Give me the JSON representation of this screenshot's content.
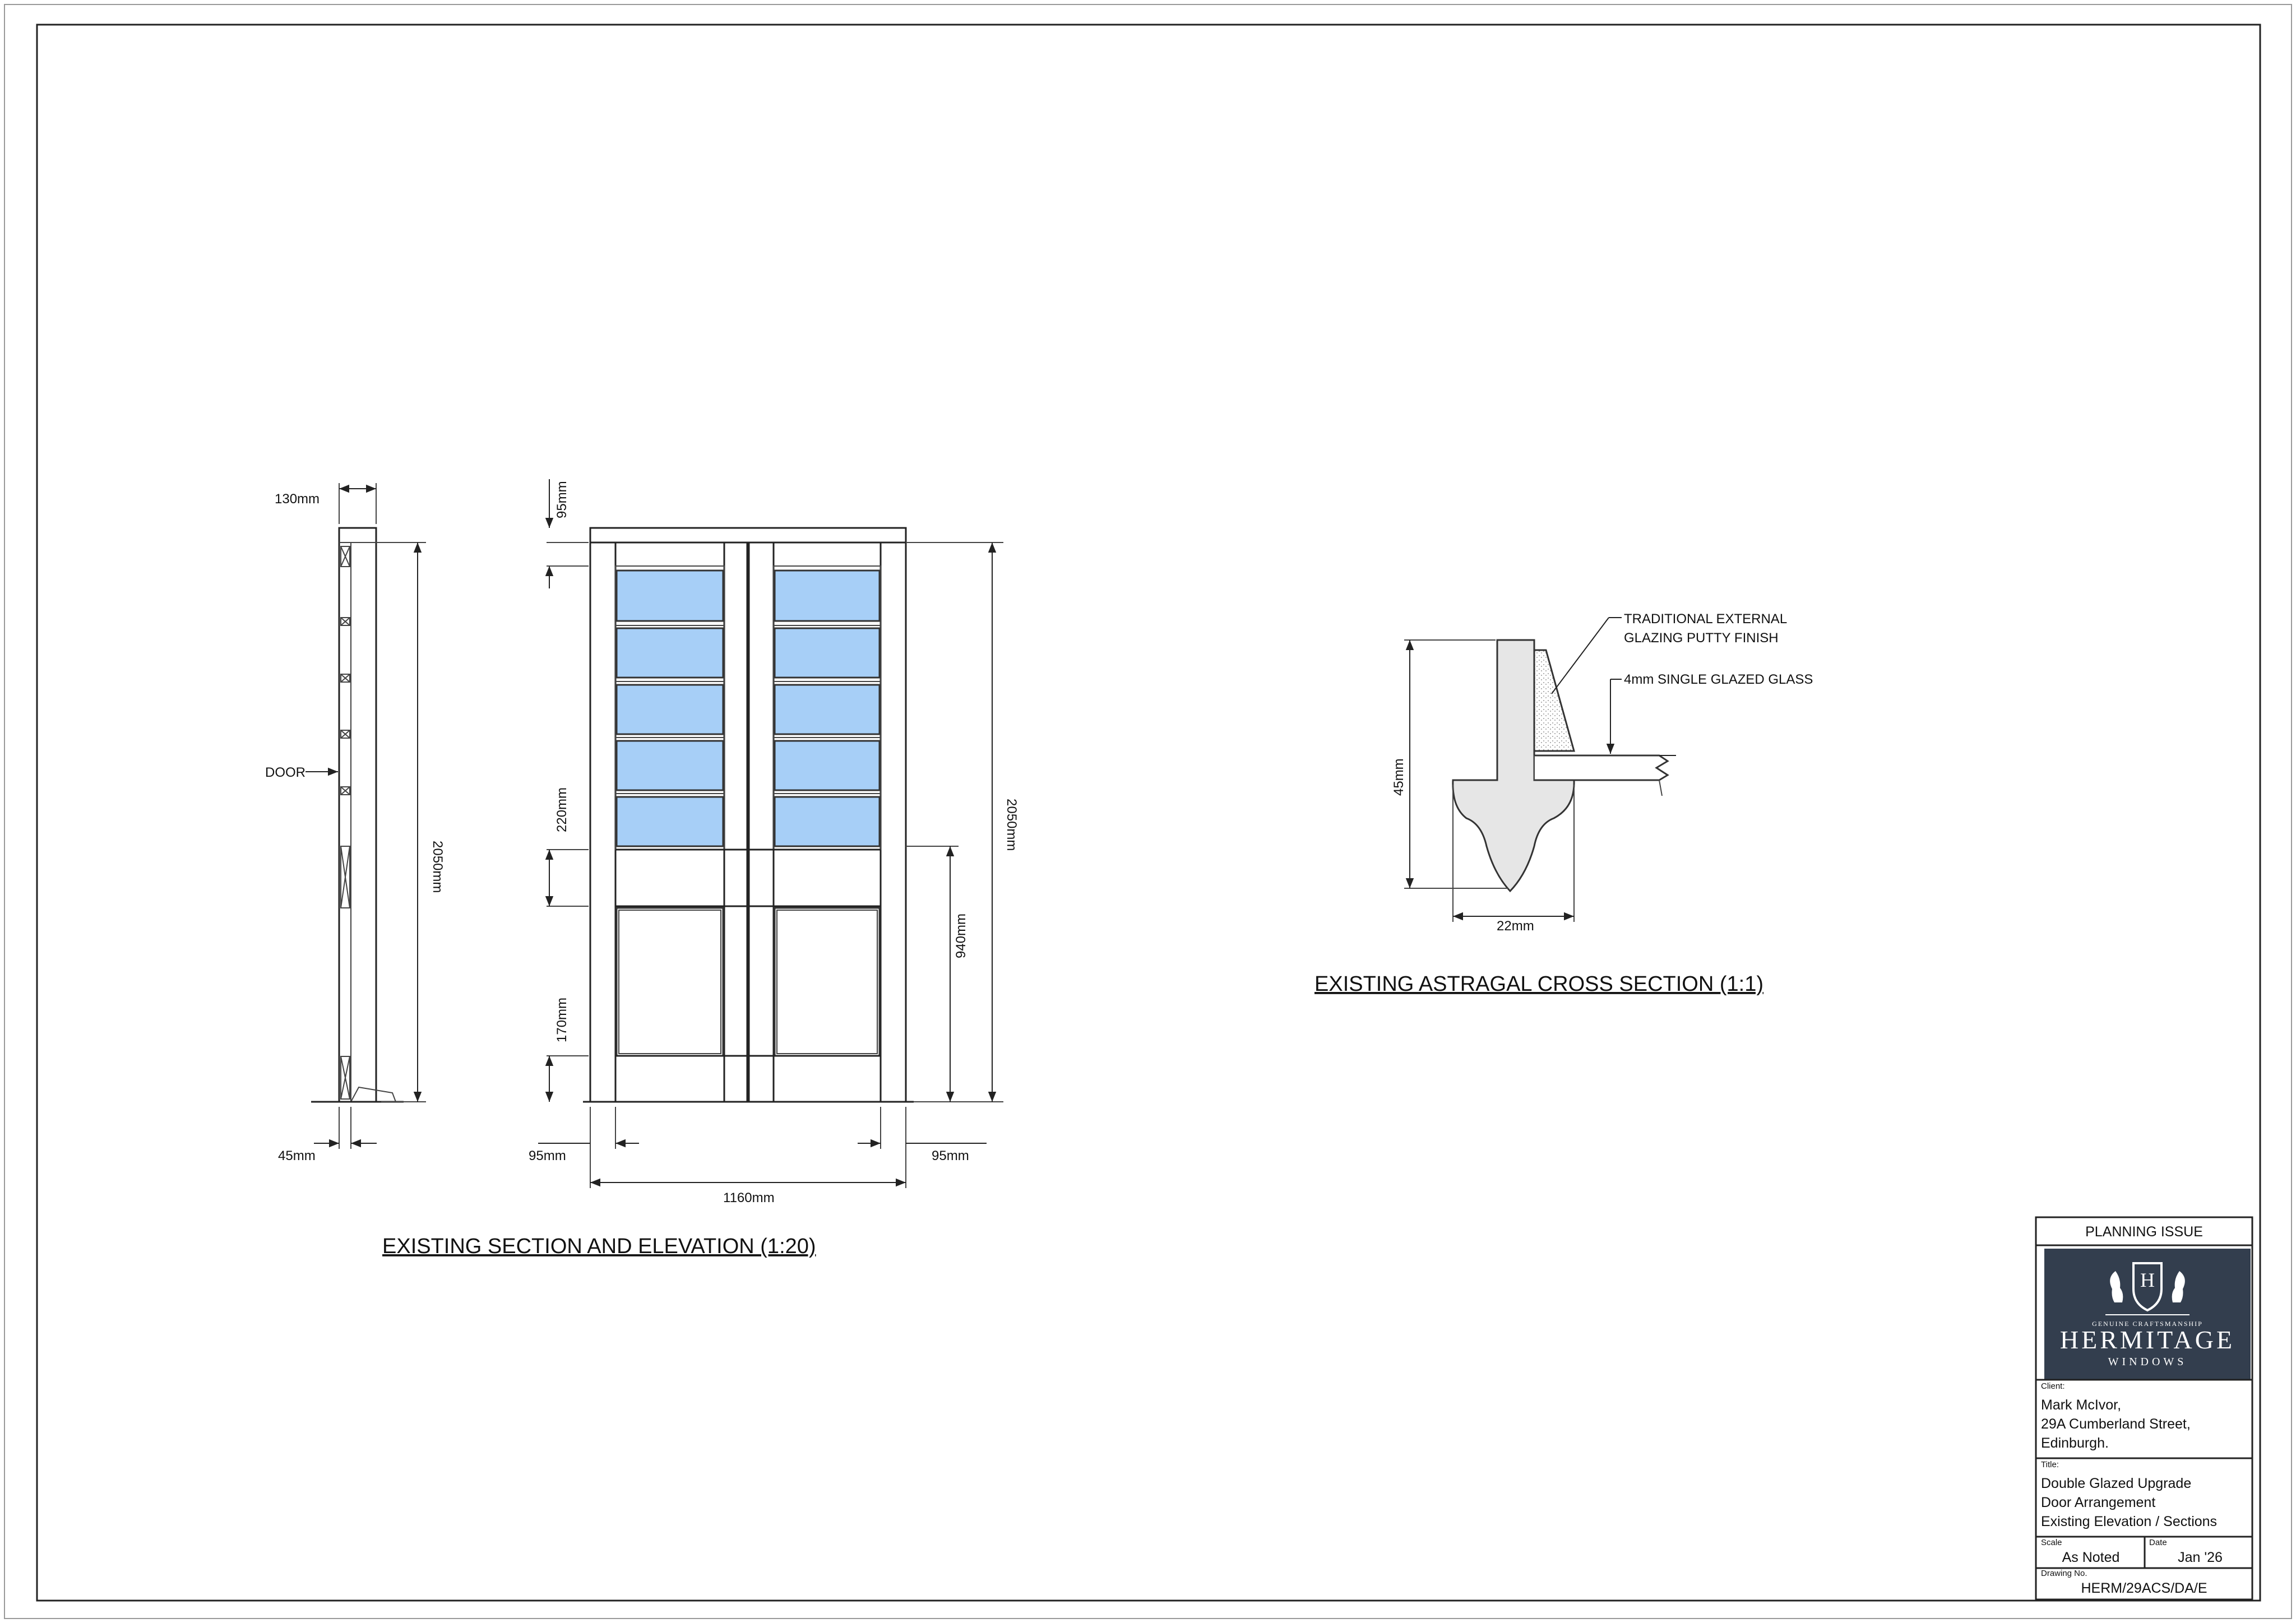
{
  "section_elevation": {
    "title": "EXISTING SECTION AND ELEVATION (1:20)",
    "door_label": "DOOR",
    "dims": {
      "section_depth": "130mm",
      "section_height": "2050mm",
      "section_bottom": "45mm",
      "top_rail": "95mm",
      "mid_rail": "220mm",
      "bottom_rail": "170mm",
      "elevation_height": "2050mm",
      "lower_height": "940mm",
      "left_stile": "95mm",
      "right_stile": "95mm",
      "overall_width": "1160mm"
    }
  },
  "astragal": {
    "title": "EXISTING ASTRAGAL CROSS SECTION (1:1)",
    "note1_line1": "TRADITIONAL EXTERNAL",
    "note1_line2": "GLAZING PUTTY FINISH",
    "note2": "4mm SINGLE GLAZED GLASS",
    "dim_height": "45mm",
    "dim_width": "22mm"
  },
  "title_block": {
    "issue": "PLANNING ISSUE",
    "logo": {
      "tagline": "GENUINE CRAFTSMANSHIP",
      "brand": "HERMITAGE",
      "sub": "WINDOWS"
    },
    "client_label": "Client:",
    "client_lines": [
      "Mark McIvor,",
      "29A Cumberland Street,",
      "Edinburgh."
    ],
    "title_label": "Title:",
    "title_lines": [
      "Double Glazed Upgrade",
      "Door Arrangement",
      "Existing Elevation / Sections"
    ],
    "scale_label": "Scale",
    "scale_value": "As Noted",
    "date_label": "Date",
    "date_value": "Jan '26",
    "drawing_label": "Drawing No.",
    "drawing_value": "HERM/29ACS/DA/E"
  }
}
